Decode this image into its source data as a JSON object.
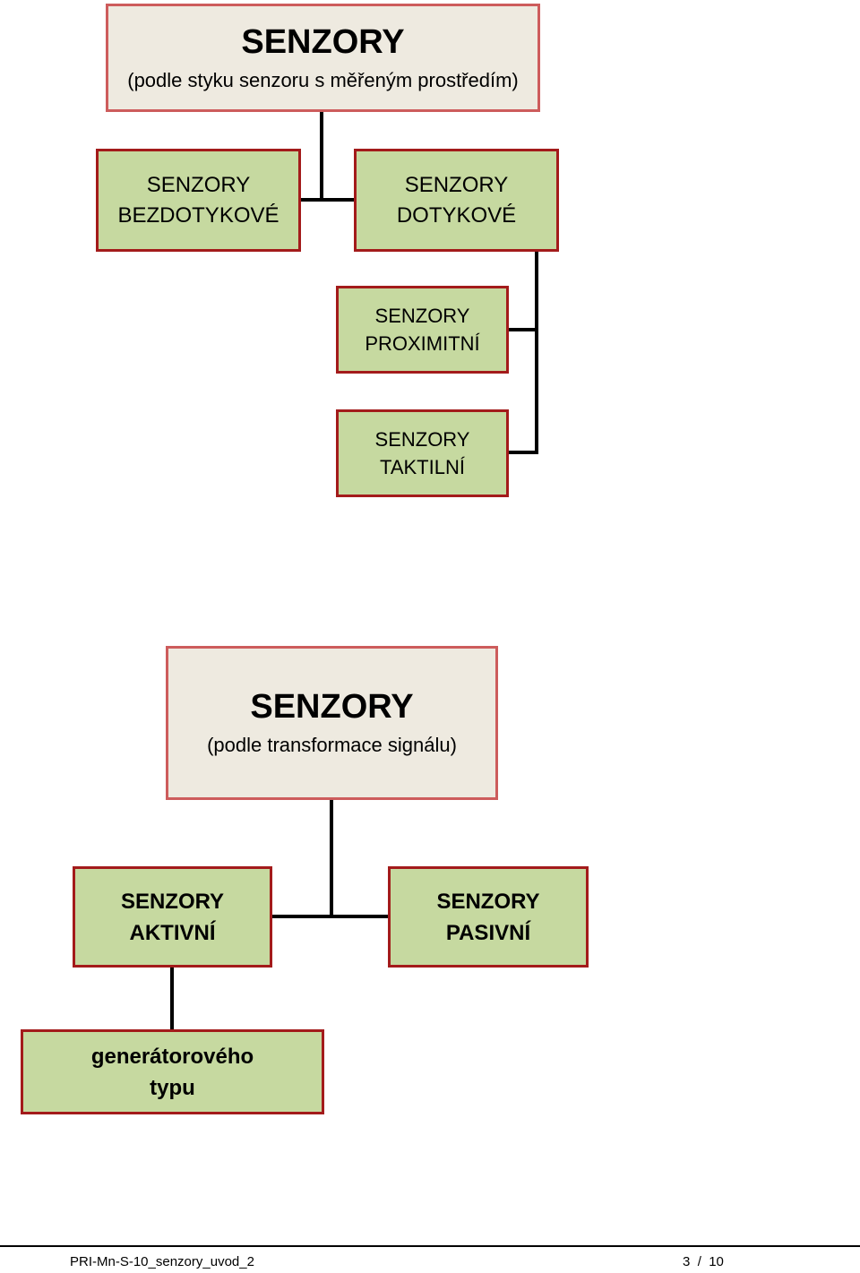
{
  "diagram1": {
    "root": {
      "title": "SENZORY",
      "subtitle": "(podle styku senzoru s měřeným prostředím)"
    },
    "left": {
      "line1": "SENZORY",
      "line2": "BEZDOTYKOVÉ"
    },
    "right": {
      "line1": "SENZORY",
      "line2": "DOTYKOVÉ"
    },
    "child1": {
      "line1": "SENZORY",
      "line2": "PROXIMITNÍ"
    },
    "child2": {
      "line1": "SENZORY",
      "line2": "TAKTILNÍ"
    }
  },
  "diagram2": {
    "root": {
      "title": "SENZORY",
      "subtitle": "(podle transformace signálu)"
    },
    "left": {
      "line1": "SENZORY",
      "line2": "AKTIVNÍ"
    },
    "right": {
      "line1": "SENZORY",
      "line2": "PASIVNÍ"
    },
    "child": {
      "line1": "generátorového",
      "line2": "typu"
    }
  },
  "footer": {
    "document": "PRI-Mn-S-10_senzory_uvod_2",
    "page_current": "3",
    "page_separator": "/",
    "page_total": "10"
  }
}
